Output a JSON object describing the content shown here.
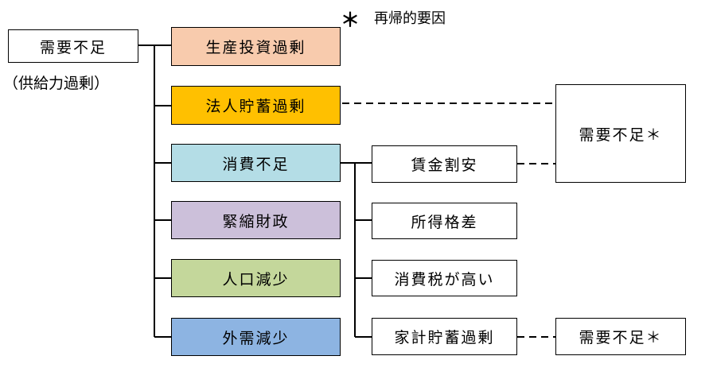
{
  "legend": {
    "star": "＊",
    "text": "再帰的要因"
  },
  "root": {
    "label": "需要不足",
    "sub": "（供給力過剰）"
  },
  "causes": [
    {
      "label": "生産投資過剰",
      "color": "#f8cbad"
    },
    {
      "label": "法人貯蓄過剰",
      "color": "#ffc000"
    },
    {
      "label": "消費不足",
      "color": "#b4dde6"
    },
    {
      "label": "緊縮財政",
      "color": "#ccc0da"
    },
    {
      "label": "人口減少",
      "color": "#c4d79b"
    },
    {
      "label": "外需減少",
      "color": "#8db4e2"
    }
  ],
  "consumption_causes": [
    {
      "label": "賃金割安"
    },
    {
      "label": "所得格差"
    },
    {
      "label": "消費税が高い"
    },
    {
      "label": "家計貯蓄過剰"
    }
  ],
  "feedback_top": {
    "label": "需要不足＊"
  },
  "feedback_bottom": {
    "label": "需要不足＊"
  }
}
